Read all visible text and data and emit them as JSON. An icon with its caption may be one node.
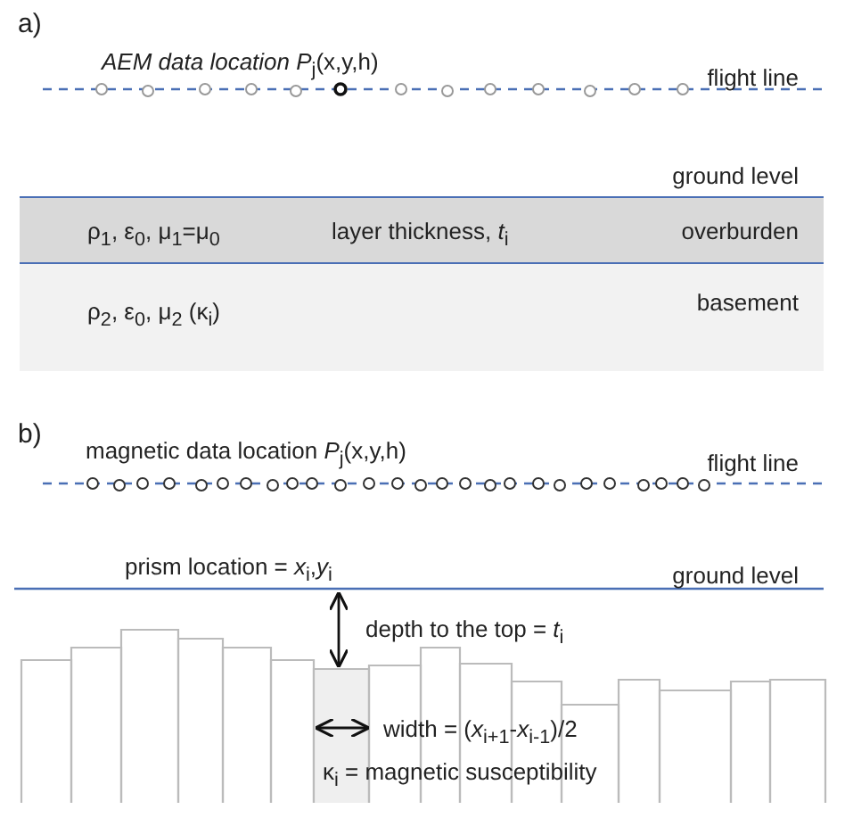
{
  "diagram": {
    "nodes": [
      {
        "text": [
          "ρ$_{1}$, ε$_{0}$, μ$_{1}$=μ$_{0}$",
          "layer thickness, *t*$_{i}$",
          "overburden"
        ]
      },
      {
        "text": [
          "ρ$_{2}$, ε$_{0}$, μ$_{2}$ (κ$_{i}$)",
          "basement"
        ]
      }
    ],
    "labels": [
      "a)",
      "*AEM data location P*$_{j}$(x,y,h)",
      "flight line",
      "ground level",
      "b)",
      "magnetic data location *P*$_{j}$(x,y,h)",
      "flight line",
      "prism location = *x*$_{i}$,*y*$_{i}$",
      "ground level",
      "depth to the top = *t*$_{i}$",
      "width = (*x*$_{i+1}$-*x*$_{i-1}$)/2",
      "κ$_{i}$ = magnetic susceptibility"
    ]
  }
}
